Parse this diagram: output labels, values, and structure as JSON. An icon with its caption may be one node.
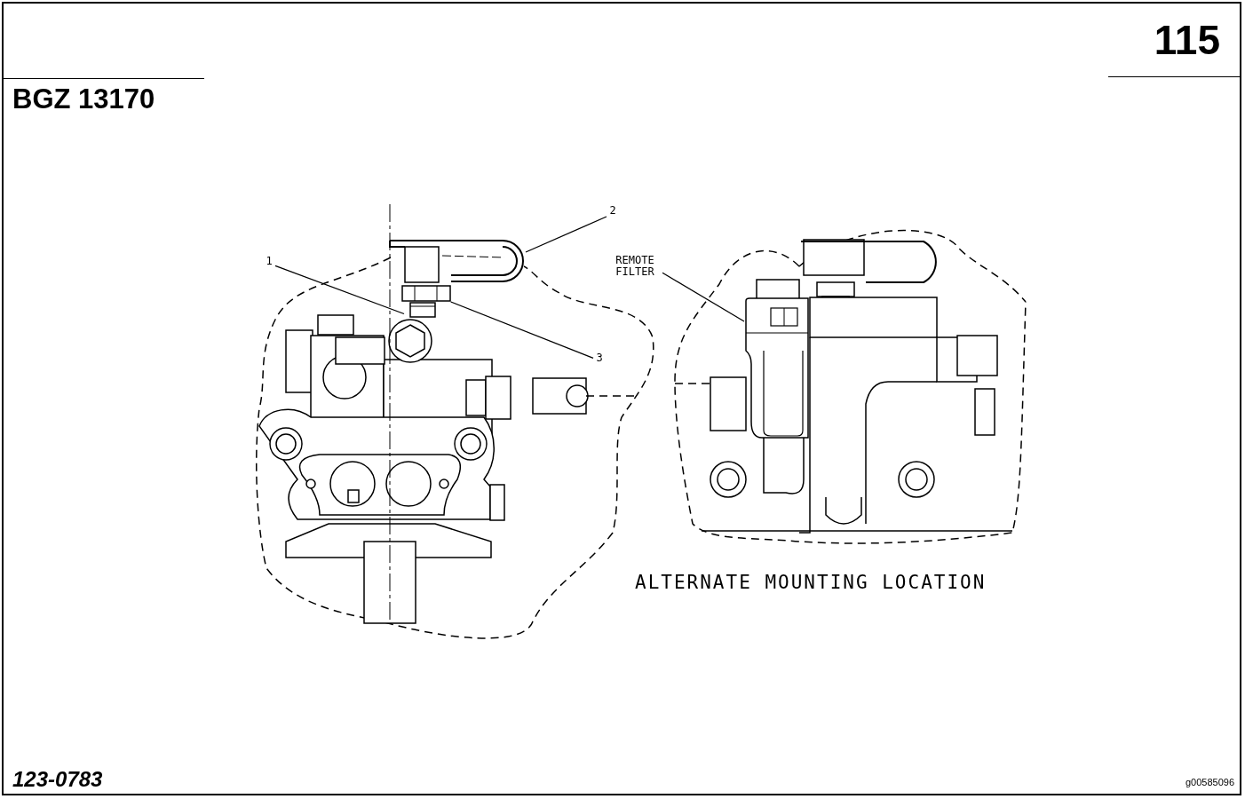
{
  "diagram": {
    "title": "BGZ 13170",
    "nodes": [
      {
        "text": [
          "1"
        ]
      },
      {
        "text": [
          "2"
        ]
      },
      {
        "text": [
          "3"
        ]
      },
      {
        "text": [
          "REMOTE FILTER"
        ]
      },
      {
        "text": [],
        "shape": "picture"
      },
      {
        "text": [],
        "shape": "picture"
      },
      {
        "text": [],
        "shape": "picture"
      },
      {
        "text": [],
        "shape": "picture"
      }
    ],
    "edges": [
      {
        "from": 0,
        "to": 4,
        "arrow": "none"
      },
      {
        "from": 1,
        "to": 5,
        "arrow": "none"
      },
      {
        "from": 2,
        "to": 6,
        "arrow": "none"
      },
      {
        "from": 3,
        "to": 7,
        "arrow": "none"
      }
    ],
    "labels": [
      "115",
      "ALTERNATE MOUNTING LOCATION",
      "123-0783",
      "g00585096"
    ]
  }
}
